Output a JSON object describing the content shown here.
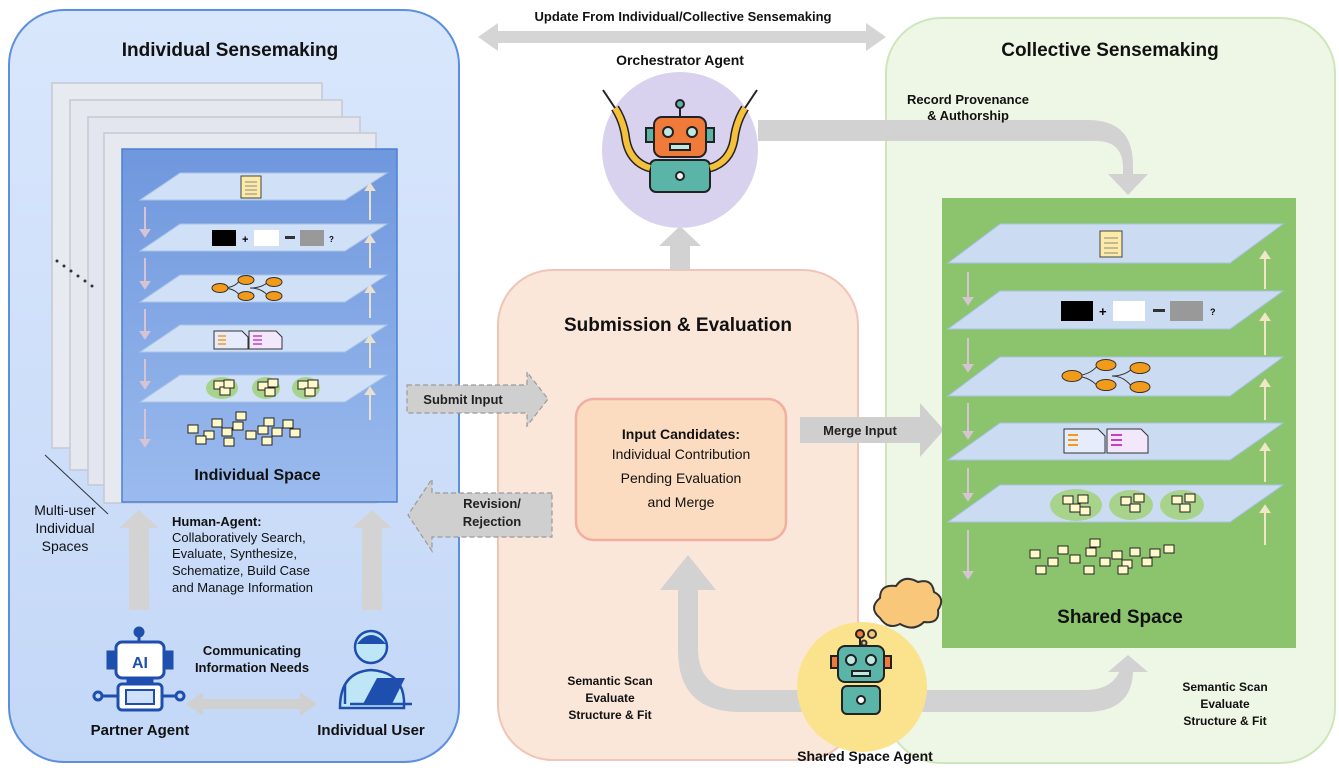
{
  "sections": {
    "individual": "Individual Sensemaking",
    "collective": "Collective Sensemaking",
    "submission": "Submission & Evaluation"
  },
  "top_arrow": "Update From Individual/Collective Sensemaking",
  "agents": {
    "orchestrator": "Orchestrator Agent",
    "partner": "Partner Agent",
    "user": "Individual User",
    "shared_space": "Shared Space Agent"
  },
  "record_provenance": [
    "Record Provenance",
    "& Authorship"
  ],
  "individual_space": "Individual Space",
  "shared_space": "Shared Space",
  "multi_user": [
    "Multi-user",
    "Individual",
    "Spaces"
  ],
  "human_agent": {
    "title": "Human-Agent:",
    "lines": [
      "Collaboratively Search,",
      "Evaluate, Synthesize,",
      "Schematize, Build Case",
      "and Manage Information"
    ]
  },
  "communicating": [
    "Communicating",
    "Information Needs"
  ],
  "submit_input": "Submit Input",
  "revision": [
    "Revision/",
    "Rejection"
  ],
  "merge_input": "Merge Input",
  "input_candidates": {
    "title": "Input Candidates:",
    "lines": [
      "Individual Contribution",
      "Pending Evaluation",
      "and Merge"
    ]
  },
  "semantic_scan": [
    "Semantic Scan",
    "Evaluate",
    "Structure & Fit"
  ],
  "robot_badge": "AI",
  "question_mark": "?",
  "colors": {
    "individual_bg": "#cfe0fb",
    "individual_border": "#5b8ede",
    "collective_bg": "#eef7e4",
    "collective_border": "#c9e4b4",
    "submission_bg": "#fbe4d8",
    "submission_border": "#f0c1b6",
    "shared_green": "#8cc46e",
    "plane_blue": "#c3d9f3",
    "orange_node": "#f29a1a",
    "orchestrator_circle": "#d7d0ec",
    "shared_agent_circle": "#fbe38e",
    "robot_teal": "#5ab5a8",
    "robot_orange": "#f07a3a"
  }
}
